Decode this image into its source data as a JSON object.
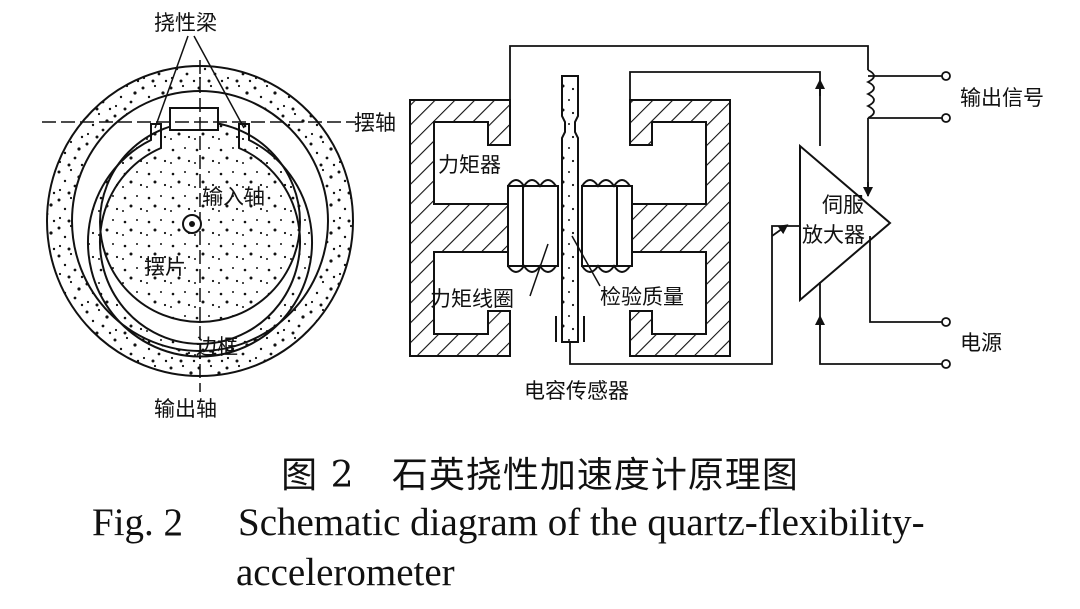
{
  "labels": {
    "flexure_beam": "挠性梁",
    "pendulum_axis": "摆轴",
    "input_axis": "输入轴",
    "pendulum_plate": "摆片",
    "frame": "边框",
    "output_axis": "输出轴",
    "torquer": "力矩器",
    "torquer_coil": "力矩线圈",
    "proof_mass": "检验质量",
    "capacitive_sensor": "电容传感器",
    "servo_amplifier_line1": "伺服",
    "servo_amplifier_line2": "放大器",
    "output_signal": "输出信号",
    "power_supply": "电源"
  },
  "caption": {
    "cn_figure": "图 2",
    "cn_title": "石英挠性加速度计原理图",
    "en_figure": "Fig. 2",
    "en_title_line1": "Schematic diagram of the quartz-flexibility-",
    "en_title_line2": "accelerometer"
  },
  "colors": {
    "ink": "#111111",
    "background": "#ffffff"
  }
}
